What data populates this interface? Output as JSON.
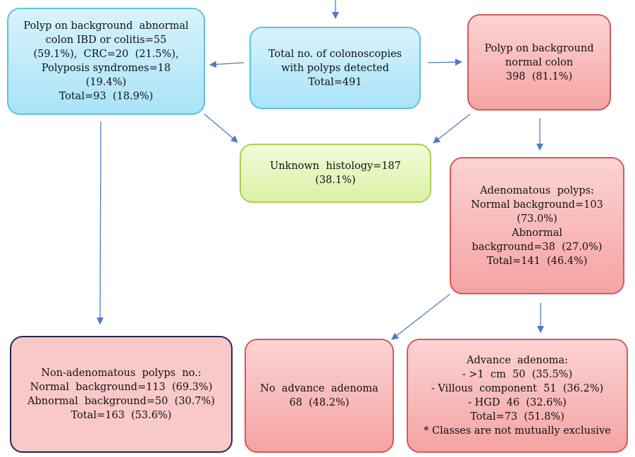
{
  "colors": {
    "arrow": "#4a7cc7",
    "blue_fill": "#a9e3f8",
    "red_fill": "#f5a3a3",
    "green_fill": "#dcf0a6",
    "navy_border": "#1f2a55"
  },
  "nodes": {
    "total": {
      "lines": [
        "Total no. of colonoscopies",
        "with polyps detected",
        "Total=491"
      ]
    },
    "abnormal": {
      "lines": [
        "Polyp on background  abnormal",
        "colon IBD or colitis=55",
        "(59.1%),  CRC=20  (21.5%),",
        "Polyposis syndromes=18",
        "(19.4%)",
        "Total=93  (18.9%)"
      ]
    },
    "normal": {
      "lines": [
        "Polyp on background",
        "normal colon",
        "398  (81.1%)"
      ]
    },
    "unknown": {
      "lines": [
        "Unknown  histology=187",
        "(38.1%)"
      ]
    },
    "adenomatous": {
      "lines": [
        "Adenomatous  polyps:",
        "Normal background=103",
        "(73.0%)",
        "Abnormal",
        "background=38  (27.0%)",
        "Total=141  (46.4%)"
      ]
    },
    "non_adenomatous": {
      "lines": [
        "Non-adenomatous  polyps  no.:",
        "Normal  background=113  (69.3%)",
        "Abnormal  background=50  (30.7%)",
        "Total=163  (53.6%)"
      ]
    },
    "no_advance": {
      "lines": [
        "No  advance  adenoma",
        "68  (48.2%)"
      ]
    },
    "advance": {
      "lines": [
        "Advance  adenoma:",
        "- >1  cm  50  (35.5%)",
        "- Villous  component  51  (36.2%)",
        "- HGD  46  (32.6%)",
        "Total=73  (51.8%)",
        "* Classes are not mutually exclusive"
      ]
    }
  }
}
